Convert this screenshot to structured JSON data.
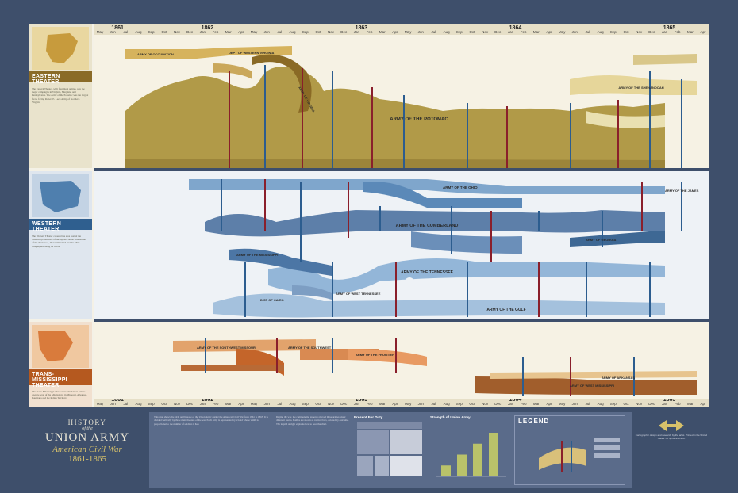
{
  "months": [
    "May",
    "Jun",
    "Jul",
    "Aug",
    "Sep",
    "Oct",
    "Nov",
    "Dec",
    "Jan",
    "Feb",
    "Mar",
    "Apr",
    "May",
    "Jun",
    "Jul",
    "Aug",
    "Sep",
    "Oct",
    "Nov",
    "Dec",
    "Jan",
    "Feb",
    "Mar",
    "Apr",
    "May",
    "Jun",
    "Jul",
    "Aug",
    "Sep",
    "Oct",
    "Nov",
    "Dec",
    "Jan",
    "Feb",
    "Mar",
    "Apr",
    "May",
    "Jun",
    "Jul",
    "Aug",
    "Sep",
    "Oct",
    "Nov",
    "Dec",
    "Jan",
    "Feb",
    "Mar",
    "Apr"
  ],
  "years": [
    "1861",
    "1862",
    "1863",
    "1864",
    "1865"
  ],
  "theaters": [
    {
      "title": "EASTERN THEATER",
      "color": "#c79b3d",
      "text": "The Eastern Theater, with four main armies, saw the major campaigns in Virginia, Maryland and Pennsylvania. The Army of the Potomac was the largest force, facing Robert E. Lee's Army of Northern Virginia."
    },
    {
      "title": "WESTERN THEATER",
      "color": "#4f7fae",
      "text": "The Western Theater covered the area east of the Mississippi and west of the Appalachians. The Armies of the Tennessee, the Cumberland and the Ohio campaigned along its rivers."
    },
    {
      "title": "TRANS-MISSISSIPPI THEATER",
      "color": "#d97b3c",
      "text": "The Trans-Mississippi Theater saw the Union armies operate west of the Mississippi, in Missouri, Arkansas, Louisiana and the Indian Territory."
    }
  ],
  "armies": {
    "potomac": "ARMY OF THE POTOMAC",
    "shenandoah": "ARMY OF THE SHENANDOAH",
    "virginia": "ARMY OF VIRGINIA",
    "occupation": "ARMY OF OCCUPATION",
    "westvirginia": "DEPT OF WESTERN VIRGINIA",
    "james": "ARMY OF THE JAMES",
    "ohio": "ARMY OF THE OHIO",
    "cumberland": "ARMY OF THE CUMBERLAND",
    "tennessee": "ARMY OF THE TENNESSEE",
    "gulf": "ARMY OF THE GULF",
    "westtenn": "ARMY OF WEST TENNESSEE",
    "mississippi": "ARMY OF THE MISSISSIPPI",
    "georgia": "ARMY OF GEORGIA",
    "cairo": "DIST OF CAIRO",
    "swmissouri": "ARMY OF THE SOUTHWEST MISSOURI",
    "frontier": "ARMY OF THE FRONTIER",
    "arkansas": "ARMY OF ARKANSAS",
    "westmiss": "ARMY OF WEST MISSISSIPPI",
    "southwest": "ARMY OF THE SOUTHWEST"
  },
  "footer": {
    "h1": "HISTORY",
    "h2": "of the",
    "h3": "UNION ARMY",
    "h4": "American Civil War",
    "h5": "1861-1865",
    "col1": "This map shows the birth and lineage of the Union Army during the American Civil War from 1861 to 1865. It is divided vertically by three main theaters of the war. Each army is represented by a band whose width is proportional to the number of soldiers it had.",
    "col2": "During the war, the commanding generals moved these armies along different routes. Battles are shown as vertical bars, colored by outcome. The legend at right explains how to read the chart.",
    "box1_title": "Present For Duty",
    "box2_title": "Strength of Union Army",
    "legend_title": "LEGEND",
    "credits": "Cartographic design and research by the artist. Printed in the United States. All rights reserved."
  },
  "chart_data": {
    "type": "area",
    "title": "History of the Union Army",
    "x_range": [
      "May 1861",
      "Apr 1865"
    ],
    "bar_values": [
      1,
      2,
      3,
      4
    ]
  }
}
